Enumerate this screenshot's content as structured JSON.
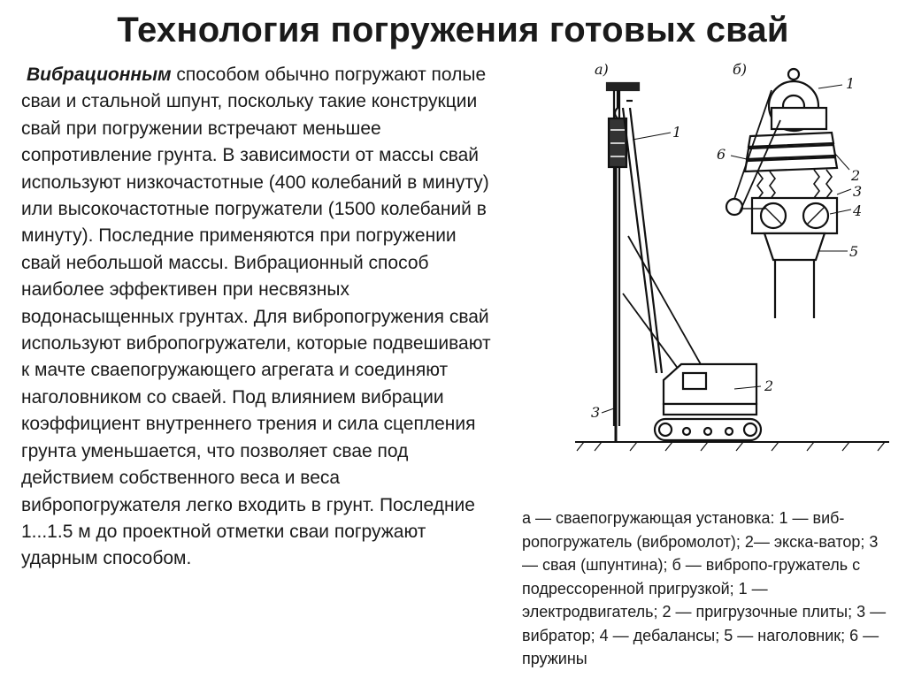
{
  "slide": {
    "title": "Технология погружения готовых свай",
    "body_lead": "Вибрационным",
    "body_rest": " способом обычно погружают полые сваи и стальной шпунт, поскольку такие конструкции свай при погружении встречают меньшее сопротивление грунта. В зависимости от массы свай используют низкочастотные (400 колебаний в минуту) или высокочастотные погружатели (1500 колебаний в минуту). Последние применяются при погружении свай небольшой массы. Вибрационный способ наиболее эффективен при несвязных водонасыщенных грунтах. Для вибропогружения свай используют вибропогружатели, которые подвешивают к мачте сваепогружающего агрегата и соединяют наголовником со сваей. Под влиянием вибрации коэффициент внутреннего трения и сила сцепления грунта уменьшается, что позволяет свае под действием собственного веса и веса вибропогружателя легко входить в грунт. Последние 1...1.5 м до проектной отметки сваи погружают ударным способом.",
    "caption": "а — сваепогружающая установка: 1 — виб-ропогружатель (вибромолот); 2— экска-ватор; 3 — свая (шпунтина); б — вибропо-гружатель с подрессоренной пригрузкой; 1 — электродвигатель; 2 — пригрузочные плиты; 3 —вибратор; 4 — дебалансы; 5 — наголовник; 6 — пружины"
  },
  "figure": {
    "label_a": "а)",
    "label_b": "б)",
    "a_callouts": [
      "1",
      "2",
      "3"
    ],
    "b_callouts": [
      "1",
      "2",
      "3",
      "4",
      "5",
      "6"
    ]
  }
}
